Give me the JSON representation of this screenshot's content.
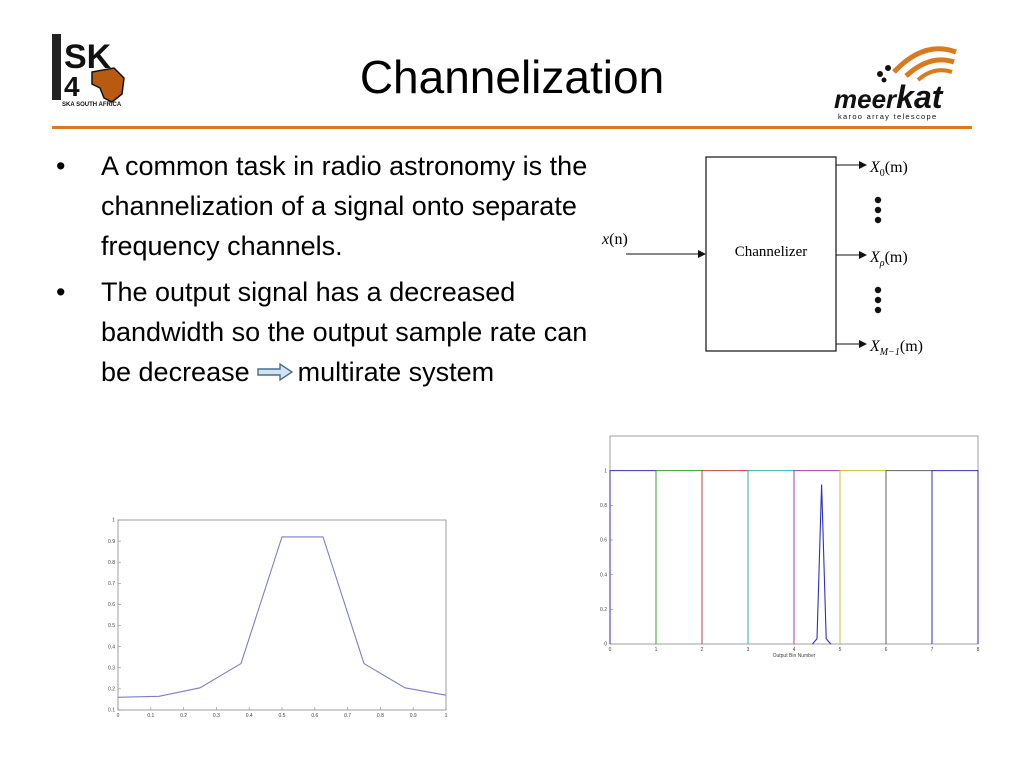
{
  "slide": {
    "title": "Channelization",
    "accent_color": "#d97a1e"
  },
  "logos": {
    "ska": {
      "text": "SK",
      "sub": "SKA SOUTH AFRICA",
      "icon": "ska-africa-logo"
    },
    "meerkat": {
      "name_left": "meer",
      "name_right": "kat",
      "tagline": "karoo array telescope",
      "icon": "meerkat-logo"
    }
  },
  "bullets": [
    {
      "text": "A common task in radio astronomy is the channelization of a signal onto separate frequency channels."
    },
    {
      "text_before": "The output signal has a decreased bandwidth so the output sample rate can be decrease",
      "text_after": "multirate system"
    }
  ],
  "diagram": {
    "block_label": "Channelizer",
    "input": {
      "base": "x",
      "arg": "(n)"
    },
    "outputs": [
      {
        "base": "X",
        "sub": "0",
        "arg": "(m)"
      },
      {
        "base": "X",
        "sub": "ρ",
        "arg": "(m)"
      },
      {
        "base": "X",
        "sub": "M−1",
        "arg": "(m)"
      }
    ]
  },
  "chart_data": [
    {
      "type": "line",
      "x": [
        0,
        0.125,
        0.25,
        0.375,
        0.5,
        0.625,
        0.75,
        0.875,
        1.0
      ],
      "series": [
        {
          "values": [
            0.16,
            0.165,
            0.205,
            0.32,
            0.92,
            0.92,
            0.32,
            0.205,
            0.17
          ],
          "color": "#7d7dc8"
        }
      ],
      "xlim": [
        0,
        1
      ],
      "ylim": [
        0.1,
        1
      ],
      "xticks": [
        0,
        0.1,
        0.2,
        0.3,
        0.4,
        0.5,
        0.6,
        0.7,
        0.8,
        0.9,
        1
      ],
      "yticks": [
        0.1,
        0.2,
        0.3,
        0.4,
        0.5,
        0.6,
        0.7,
        0.8,
        0.9,
        1
      ],
      "xtick_labels": [
        "0",
        "0.1",
        "0.2",
        "0.3",
        "0.4",
        "0.5",
        "0.6",
        "0.7",
        "0.8",
        "0.9",
        "1"
      ],
      "ytick_labels": [
        "0.1",
        "0.2",
        "0.3",
        "0.4",
        "0.5",
        "0.6",
        "0.7",
        "0.8",
        "0.9",
        "1"
      ],
      "grid": false
    },
    {
      "type": "line",
      "xlim": [
        0,
        8
      ],
      "ylim": [
        0,
        1.2
      ],
      "xticks": [
        0,
        1,
        2,
        3,
        4,
        5,
        6,
        7,
        8
      ],
      "yticks": [
        0,
        0.2,
        0.4,
        0.6,
        0.8,
        1
      ],
      "xtick_labels": [
        "0",
        "1",
        "2",
        "3",
        "4",
        "5",
        "6",
        "7",
        "8"
      ],
      "ytick_labels": [
        "0",
        "0.2",
        "0.4",
        "0.6",
        "0.8",
        "1"
      ],
      "xlabel": "Output Bin Number",
      "grid": false,
      "channels": [
        {
          "x_start": 0,
          "x_end": 1,
          "level": 1,
          "color": "#3030c0"
        },
        {
          "x_start": 1,
          "x_end": 2,
          "level": 1,
          "color": "#30a030"
        },
        {
          "x_start": 2,
          "x_end": 3,
          "level": 1,
          "color": "#c04040"
        },
        {
          "x_start": 3,
          "x_end": 4,
          "level": 1,
          "color": "#30b0b0"
        },
        {
          "x_start": 4,
          "x_end": 5,
          "level": 1,
          "color": "#a040a0"
        },
        {
          "x_start": 5,
          "x_end": 6,
          "level": 1,
          "color": "#c8c030"
        },
        {
          "x_start": 6,
          "x_end": 7,
          "level": 1,
          "color": "#606060"
        },
        {
          "x_start": 7,
          "x_end": 8,
          "level": 1,
          "color": "#3030c0"
        }
      ],
      "series": [
        {
          "x": [
            4.4,
            4.5,
            4.6,
            4.7,
            4.8
          ],
          "values": [
            0,
            0.03,
            0.92,
            0.03,
            0
          ],
          "color": "#3030c0"
        }
      ]
    }
  ]
}
